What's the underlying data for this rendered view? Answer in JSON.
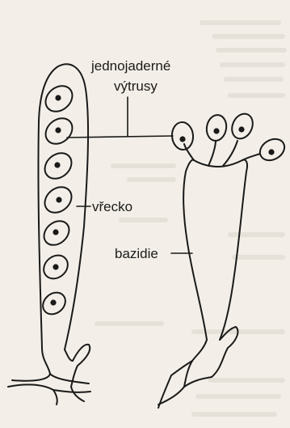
{
  "labels": {
    "spores_line1": "jednojaderné",
    "spores_line2": "výtrusy",
    "ascus": "vřecko",
    "basidium": "bazidie"
  },
  "colors": {
    "background": "#f3efe8",
    "ink": "#1a1a1a",
    "paper_text_ghost": "#dcd6cc"
  }
}
